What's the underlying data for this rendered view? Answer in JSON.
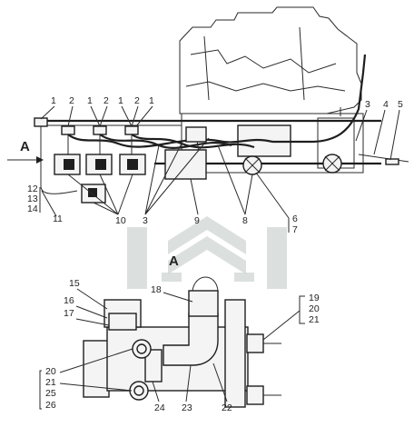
{
  "view_label": "A",
  "arrow_label": "A",
  "colors": {
    "ink": "#1e1e1e",
    "watermark": "#cfd6d3",
    "paper": "#ffffff"
  },
  "callouts_top": {
    "row_1": [
      "1",
      "2",
      "1",
      "2",
      "1",
      "2",
      "1"
    ],
    "right": [
      "3",
      "4",
      "5"
    ],
    "left": [
      "12",
      "13",
      "14",
      "11"
    ],
    "bottom": [
      "10",
      "3",
      "9",
      "8",
      "6",
      "7"
    ]
  },
  "callouts_detail": {
    "left": [
      "15",
      "16",
      "17"
    ],
    "top": "18",
    "right": [
      "19",
      "20",
      "21"
    ],
    "bottom_left": [
      "20",
      "21",
      "25",
      "26"
    ],
    "bottom": [
      "24",
      "23",
      "22"
    ]
  },
  "watermark": {
    "icon": "chevron-stack-logo"
  }
}
